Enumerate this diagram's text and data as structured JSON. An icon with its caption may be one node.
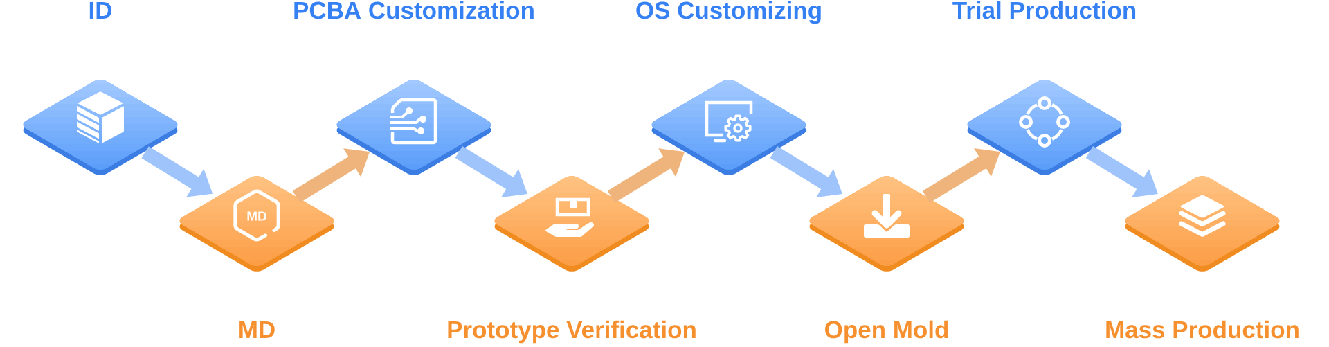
{
  "diagram": {
    "nodes": [
      {
        "text": [
          "ID"
        ]
      },
      {
        "text": [
          "MD"
        ]
      },
      {
        "text": [
          "PCBA Customization"
        ]
      },
      {
        "text": [
          "Prototype Verification"
        ]
      },
      {
        "text": [
          "OS Customizing"
        ]
      },
      {
        "text": [
          "Open Mold"
        ]
      },
      {
        "text": [
          "Trial Production"
        ]
      },
      {
        "text": [
          "Mass Production"
        ]
      }
    ],
    "edges": [
      {
        "from": 0,
        "to": 1,
        "arrow": "to"
      },
      {
        "from": 1,
        "to": 2,
        "arrow": "to",
        "color": "#efb47c"
      },
      {
        "from": 2,
        "to": 3,
        "arrow": "to"
      },
      {
        "from": 3,
        "to": 4,
        "arrow": "to",
        "color": "#efb47c"
      },
      {
        "from": 4,
        "to": 5,
        "arrow": "to"
      },
      {
        "from": 5,
        "to": 6,
        "arrow": "to",
        "color": "#efb47c"
      },
      {
        "from": 6,
        "to": 7,
        "arrow": "to"
      }
    ],
    "labels": [
      "MD"
    ]
  }
}
